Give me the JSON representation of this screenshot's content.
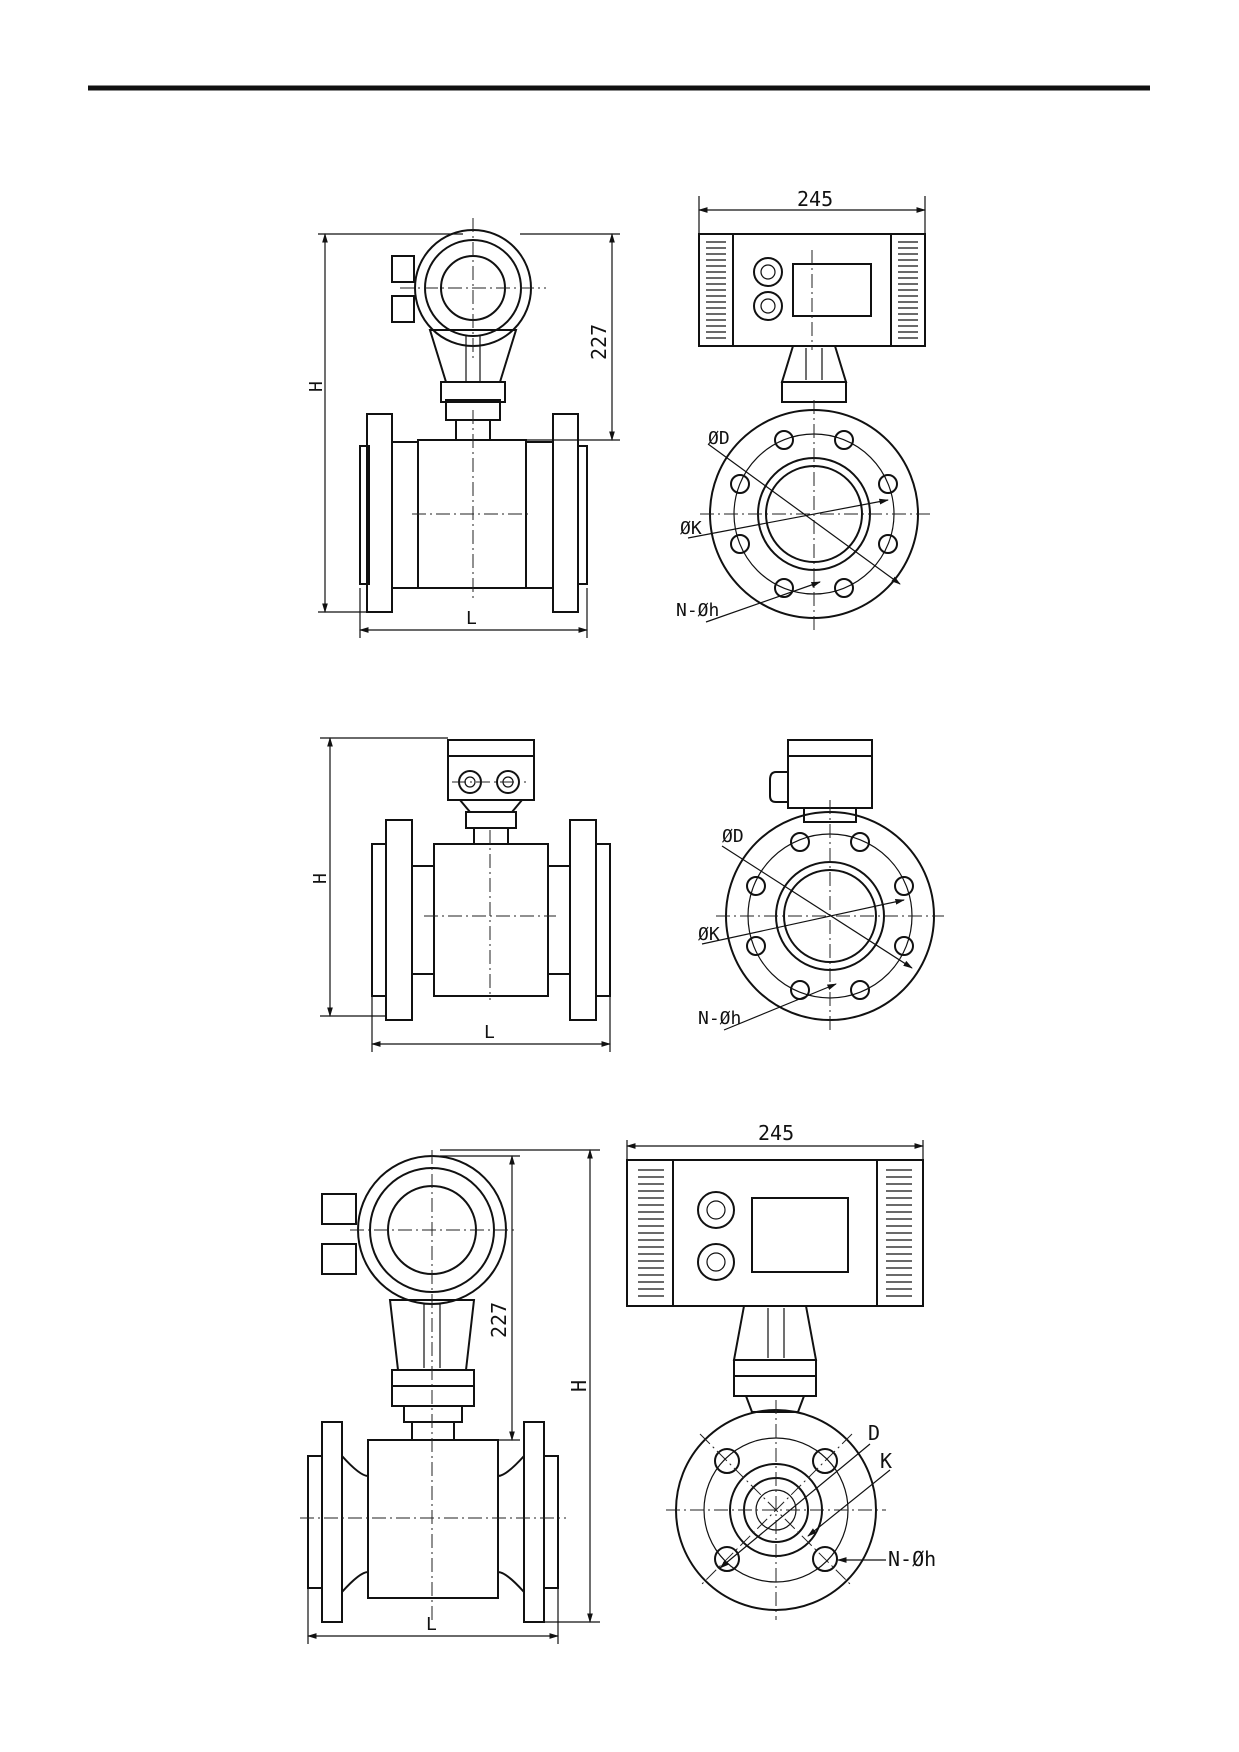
{
  "top": {
    "side": {
      "height_label": "H",
      "length_label": "L",
      "dim_227": "227"
    },
    "end": {
      "width_label": "245",
      "od_label": "ØD",
      "ok_label": "ØK",
      "holes_label": "N-Øh"
    }
  },
  "middle": {
    "side": {
      "height_label": "H",
      "length_label": "L"
    },
    "end": {
      "od_label": "ØD",
      "ok_label": "ØK",
      "holes_label": "N-Øh"
    }
  },
  "bottom": {
    "side": {
      "height_label": "H",
      "length_label": "L",
      "dim_227": "227"
    },
    "end": {
      "width_label": "245",
      "d_label": "D",
      "k_label": "K",
      "holes_label": "N-Øh"
    }
  }
}
